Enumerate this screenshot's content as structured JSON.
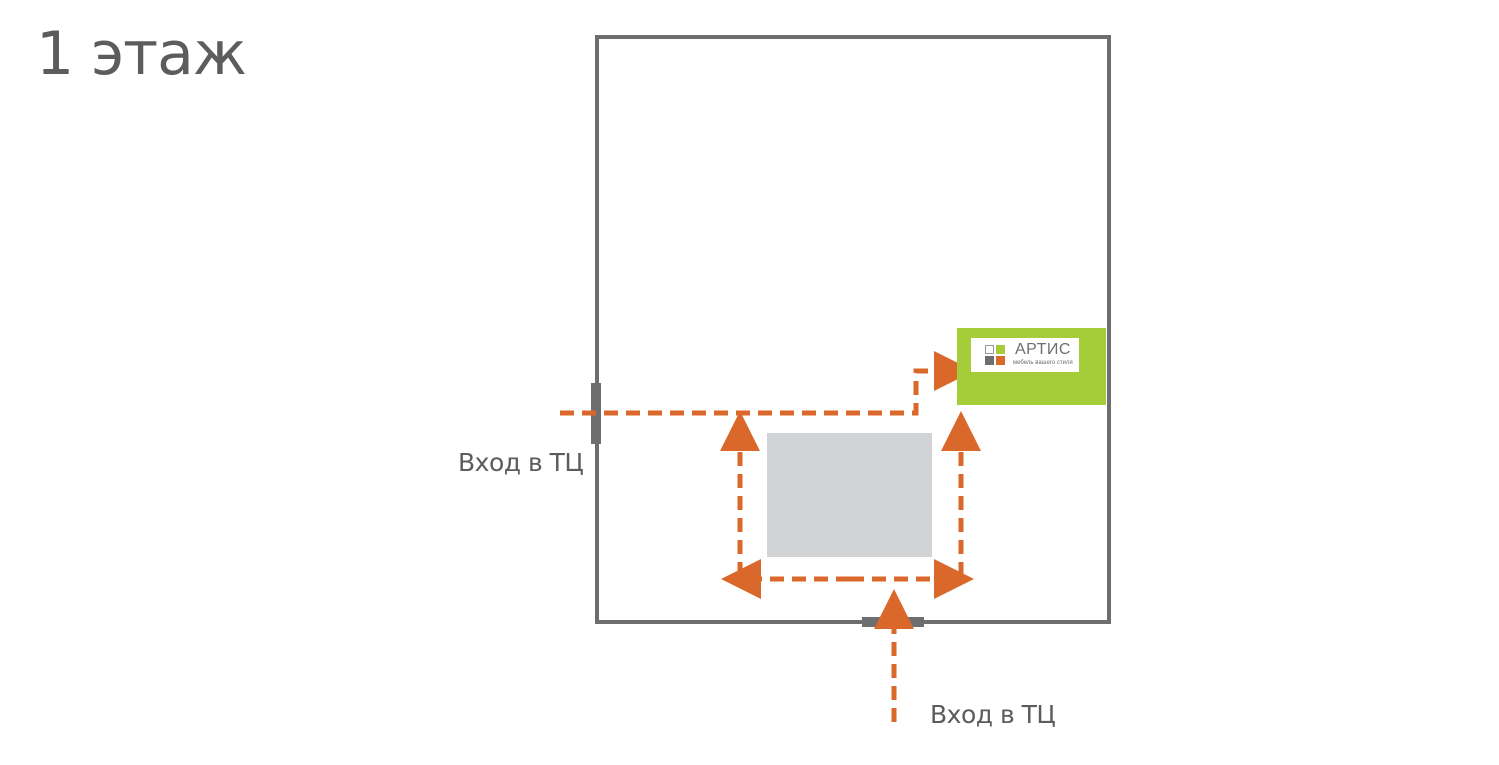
{
  "floor": {
    "title": "1 этаж"
  },
  "entrances": {
    "left_label": "Вход в ТЦ",
    "bottom_label": "Вход в ТЦ"
  },
  "store": {
    "name": "АРТИС",
    "tagline": "мебель вашего стиля"
  },
  "colors": {
    "wall": "#6d6e70",
    "route": "#d9682a",
    "store_background": "#a4cd39",
    "obstacle": "#d1d3d4",
    "text": "#5b5c5e"
  }
}
